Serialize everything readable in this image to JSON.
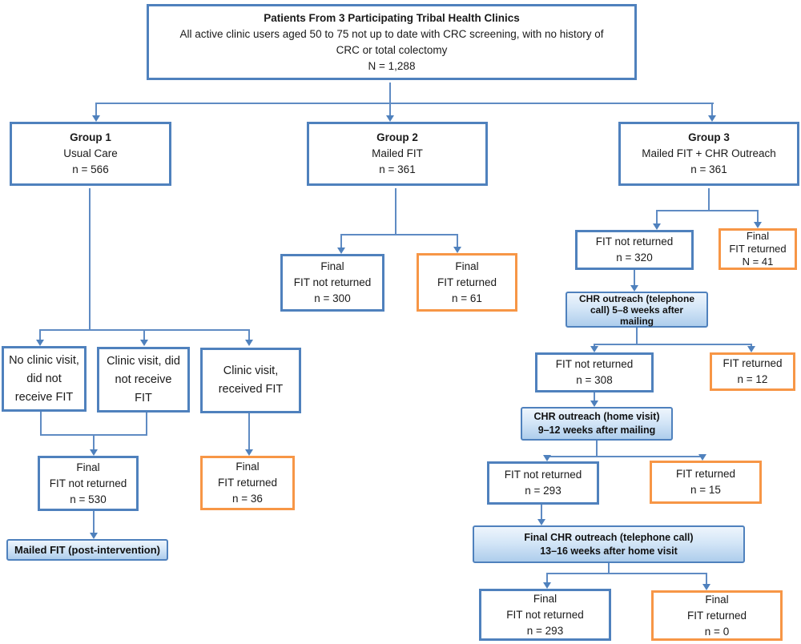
{
  "colors": {
    "box_border_blue": "#4f81bd",
    "box_border_orange": "#f79646",
    "connector_line": "#5f8bc3",
    "arrowhead": "#4f81bd",
    "filled_box_gradient_top": "#eef5fc",
    "filled_box_gradient_bottom": "#aecdec",
    "text": "#1a1a1a",
    "background": "#ffffff"
  },
  "source_box": {
    "lines": [
      "Patients From 3 Participating Tribal Health Clinics",
      "All active clinic users aged 50 to 75 not up to date with CRC screening, with no history of",
      "CRC or total colectomy",
      "N = 1,288"
    ]
  },
  "group1": {
    "header": {
      "lines": [
        "Group 1",
        "Usual Care",
        "n = 566"
      ]
    },
    "no_clinic_visit": {
      "lines": [
        "No clinic visit,",
        "did not",
        "receive FIT"
      ]
    },
    "clinic_visit_no_fit": {
      "lines": [
        "Clinic visit, did",
        "not receive",
        "FIT"
      ]
    },
    "clinic_visit_fit": {
      "lines": [
        "Clinic visit,",
        "received FIT"
      ]
    },
    "final_not_returned": {
      "lines": [
        "Final",
        "FIT not returned",
        "n = 530"
      ]
    },
    "final_returned": {
      "lines": [
        "Final",
        "FIT returned",
        "n = 36"
      ]
    },
    "post_intervention": {
      "lines": [
        "Mailed FIT (post-intervention)"
      ]
    }
  },
  "group2": {
    "header": {
      "lines": [
        "Group 2",
        "Mailed FIT",
        "n = 361"
      ]
    },
    "final_not_returned": {
      "lines": [
        "Final",
        "FIT not returned",
        "n = 300"
      ]
    },
    "final_returned": {
      "lines": [
        "Final",
        "FIT returned",
        "n = 61"
      ]
    }
  },
  "group3": {
    "header": {
      "lines": [
        "Group 3",
        "Mailed FIT + CHR Outreach",
        "n = 361"
      ]
    },
    "not_returned_1": {
      "lines": [
        "FIT not returned",
        "n = 320"
      ]
    },
    "final_returned_1": {
      "lines": [
        "Final",
        "FIT returned",
        "N = 41"
      ]
    },
    "outreach_phone": {
      "lines": [
        "CHR outreach (telephone",
        "call) 5–8 weeks after",
        "mailing"
      ]
    },
    "not_returned_2": {
      "lines": [
        "FIT not returned",
        "n = 308"
      ]
    },
    "returned_2": {
      "lines": [
        "FIT returned",
        "n = 12"
      ]
    },
    "outreach_home": {
      "lines": [
        "CHR outreach (home visit)",
        "9–12 weeks after mailing"
      ]
    },
    "not_returned_3": {
      "lines": [
        "FIT not returned",
        "n = 293"
      ]
    },
    "returned_3": {
      "lines": [
        "FIT returned",
        "n = 15"
      ]
    },
    "outreach_final": {
      "lines": [
        "Final CHR outreach (telephone call)",
        "13–16 weeks after home visit"
      ]
    },
    "final_not_returned": {
      "lines": [
        "Final",
        "FIT not returned",
        "n = 293"
      ]
    },
    "final_returned": {
      "lines": [
        "Final",
        "FIT returned",
        "n = 0"
      ]
    }
  }
}
